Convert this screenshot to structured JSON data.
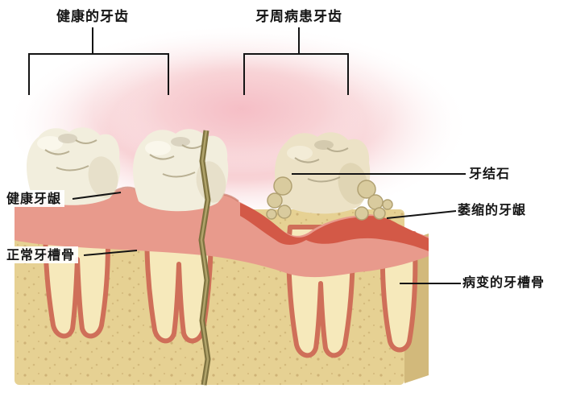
{
  "titles": {
    "healthy_teeth": "健康的牙齿",
    "perio_teeth": "牙周病患牙齿"
  },
  "labels": {
    "healthy_gum": "健康牙龈",
    "normal_bone": "正常牙槽骨",
    "calculus": "牙结石",
    "receding_gum": "萎缩的牙龈",
    "diseased_bone": "病变的牙槽骨"
  },
  "colors": {
    "background": "#ffffff",
    "glow": "#f5bdc5",
    "bone": "#e6d193",
    "bone_side": "#d2b97b",
    "root": "#f6e9bb",
    "ligament": "#cf6f59",
    "gum": "#e89a8c",
    "gum_inflamed": "#d0523f",
    "tooth": "#f2eedd",
    "tooth_diseased": "#ece2c6",
    "tartar": "#d9cb9e",
    "crack": "#7f7340",
    "line": "#141414"
  }
}
